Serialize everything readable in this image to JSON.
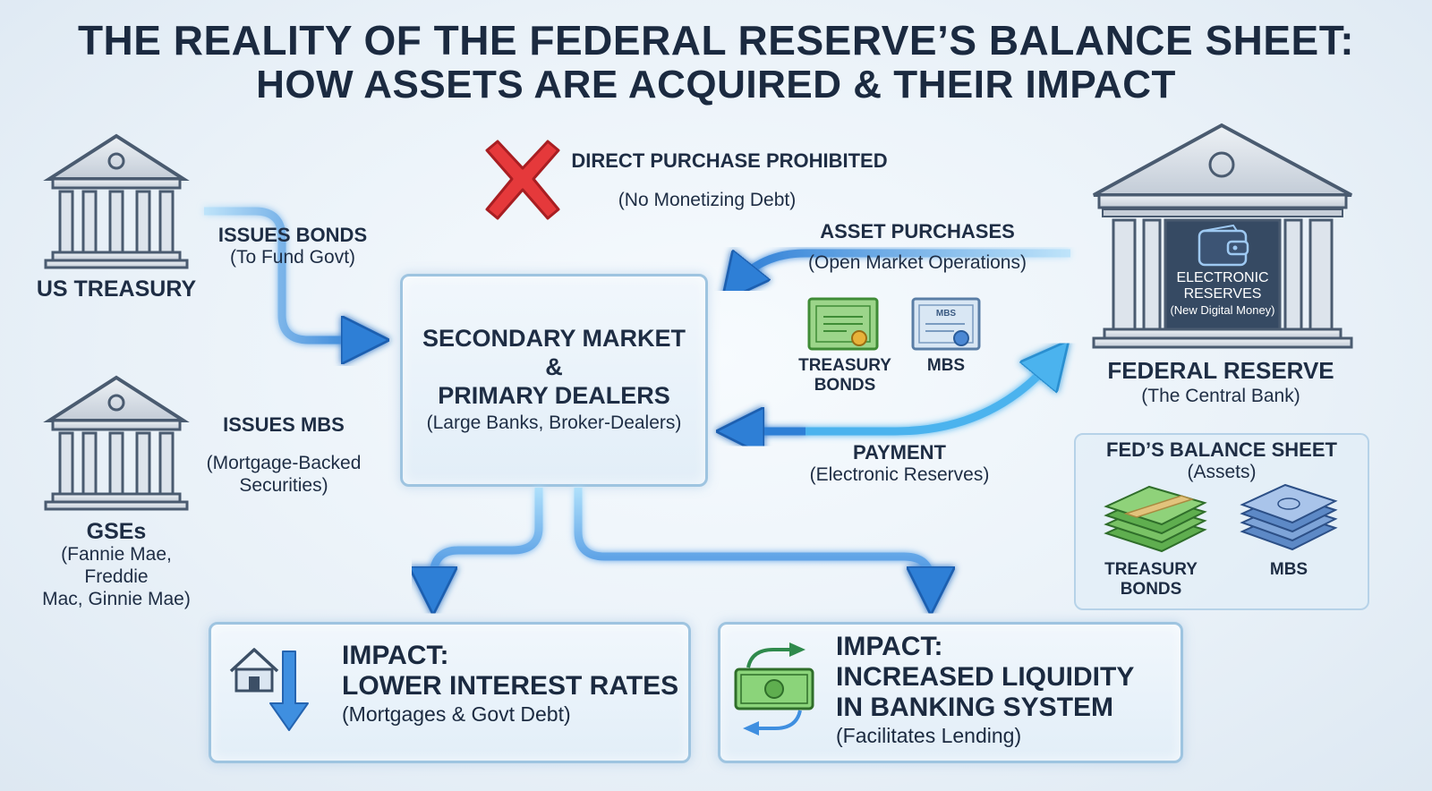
{
  "title": {
    "line1": "THE REALITY OF THE FEDERAL RESERVE’S BALANCE SHEET:",
    "line2": "HOW ASSETS ARE ACQUIRED & THEIR IMPACT"
  },
  "prohibited": {
    "label": "DIRECT PURCHASE PROHIBITED",
    "note": "(No Monetizing Debt)"
  },
  "treasury": {
    "name": "US TREASURY"
  },
  "issues_bonds": {
    "label": "ISSUES BONDS",
    "note": "(To Fund Govt)"
  },
  "gses": {
    "name": "GSEs",
    "note_line1": "(Fannie Mae, Freddie",
    "note_line2": "Mac, Ginnie Mae)"
  },
  "issues_mbs": {
    "label": "ISSUES MBS",
    "note_line1": "(Mortgage-Backed",
    "note_line2": "Securities)"
  },
  "market": {
    "line1": "SECONDARY MARKET",
    "line2": "&",
    "line3": "PRIMARY DEALERS",
    "note": "(Large Banks, Broker-Dealers)"
  },
  "asset_purchases": {
    "label": "ASSET PURCHASES",
    "note": "(Open Market Operations)",
    "items": [
      {
        "line1": "TREASURY",
        "line2": "BONDS",
        "icon": "certificate-icon"
      },
      {
        "line1": "MBS",
        "line2": "",
        "icon": "mbs-certificate-icon",
        "badge": "MBS"
      }
    ]
  },
  "payment": {
    "label": "PAYMENT",
    "note": "(Electronic Reserves)"
  },
  "fed": {
    "name": "FEDERAL RESERVE",
    "note": "(The Central Bank)",
    "screen_line1": "ELECTRONIC",
    "screen_line2": "RESERVES",
    "screen_note": "(New Digital Money)"
  },
  "balance_sheet": {
    "title": "FED’S BALANCE SHEET",
    "note": "(Assets)",
    "items": [
      {
        "line1": "TREASURY",
        "line2": "BONDS",
        "icon": "green-cash-stack-icon"
      },
      {
        "line1": "MBS",
        "line2": "",
        "icon": "blue-cash-stack-icon"
      }
    ]
  },
  "impacts": [
    {
      "heading1": "IMPACT:",
      "heading2": "LOWER INTEREST RATES",
      "note": "(Mortgages & Govt Debt)",
      "icon": "house-down-arrow-icon"
    },
    {
      "heading1": "IMPACT:",
      "heading2": "INCREASED LIQUIDITY",
      "heading3": "IN BANKING SYSTEM",
      "note": "(Facilitates Lending)",
      "icon": "money-cycle-icon"
    }
  ],
  "colors": {
    "title": "#1b2a40",
    "blue_arrow": "#3f8fe0",
    "blue_glow": "#8fd0f5",
    "red_arrow": "#e2383a",
    "bank_stone": "#dfe6ee",
    "bank_dark": "#4a5b70"
  }
}
